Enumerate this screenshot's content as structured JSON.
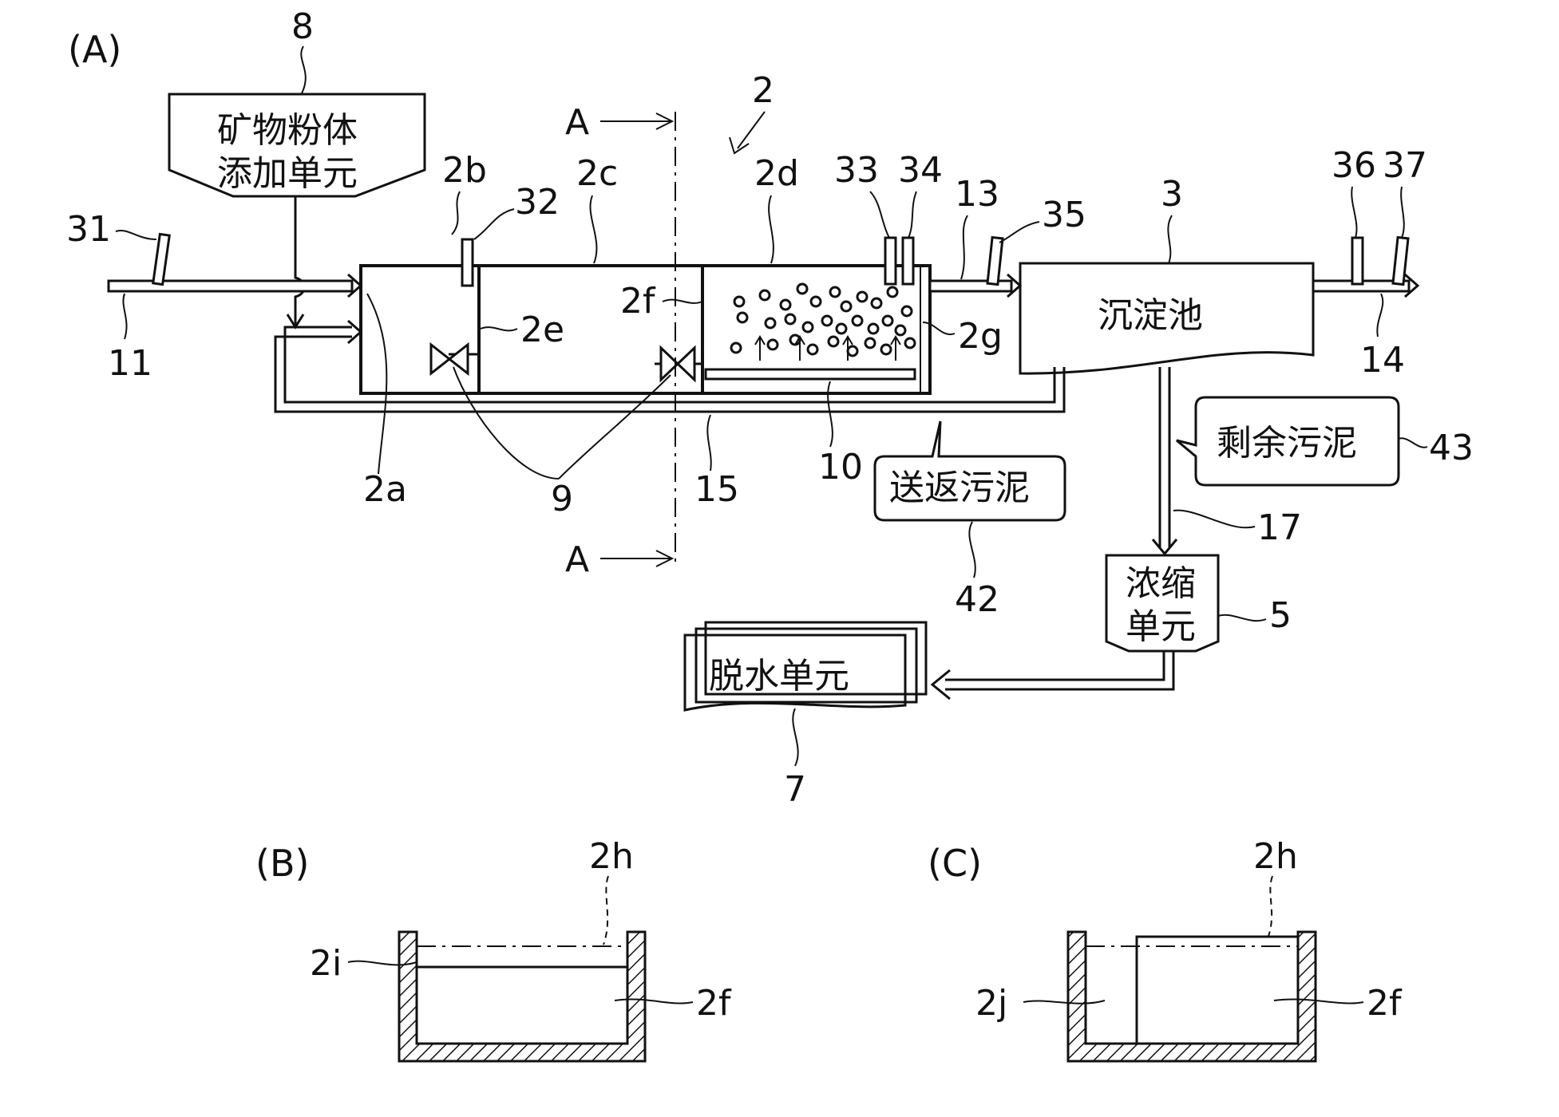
{
  "panels": {
    "a": "(A)",
    "b": "(B)",
    "c": "(C)"
  },
  "boxes": {
    "mineral_unit": [
      "矿物粉体",
      "添加单元"
    ],
    "sedimentation_tank": "沉淀池",
    "surplus_sludge": "剩余污泥",
    "return_sludge": "送返污泥",
    "thickening_unit": [
      "浓缩",
      "单元"
    ],
    "dewatering_unit": "脱水单元"
  },
  "section_marks": {
    "top": "A",
    "bottom": "A"
  },
  "refs": {
    "r8": "8",
    "r2": "2",
    "r2b": "2b",
    "r32": "32",
    "r2c": "2c",
    "r2d": "2d",
    "r33": "33",
    "r34": "34",
    "r13": "13",
    "r35": "35",
    "r3": "3",
    "r36": "36",
    "r37": "37",
    "r31": "31",
    "r11": "11",
    "r2f": "2f",
    "r2e": "2e",
    "r2g": "2g",
    "r14": "14",
    "r2a": "2a",
    "r9": "9",
    "r15": "15",
    "r10": "10",
    "r43": "43",
    "r17": "17",
    "r42": "42",
    "r5": "5",
    "r7": "7",
    "b2h": "2h",
    "b2i": "2i",
    "b2f": "2f",
    "c2h": "2h",
    "c2j": "2j",
    "c2f": "2f"
  }
}
